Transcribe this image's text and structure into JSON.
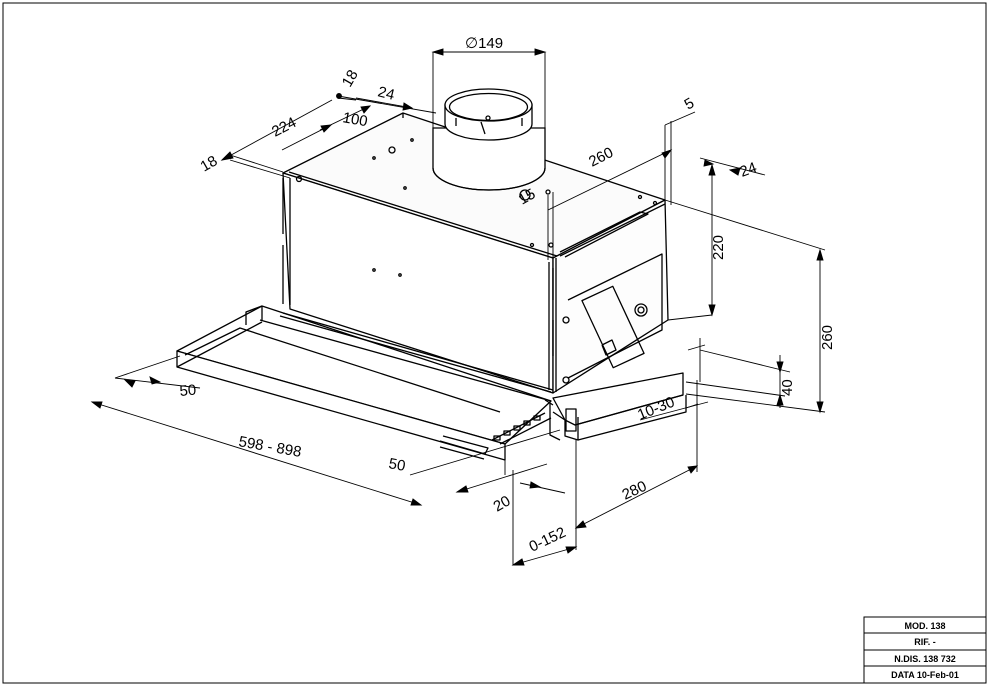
{
  "dimensions": {
    "duct_diameter": "∅149",
    "d18_top": "18",
    "d24_top": "24",
    "d224": "224",
    "d100": "100",
    "d18_left": "18",
    "d5": "5",
    "d260_depth": "260",
    "d15": "15",
    "d24_right": "24",
    "d220": "220",
    "d260_height": "260",
    "d40": "40",
    "d10_30": "10-30",
    "d50_left": "50",
    "d598_898": "598 - 898",
    "d50_front": "50",
    "d20": "20",
    "d280": "280",
    "d0_152": "0-152"
  },
  "title_block": {
    "model": "MOD. 138",
    "ref": "RIF. -",
    "drawing_no": "N.DIS. 138 732",
    "date": "DATA 10-Feb-01"
  }
}
